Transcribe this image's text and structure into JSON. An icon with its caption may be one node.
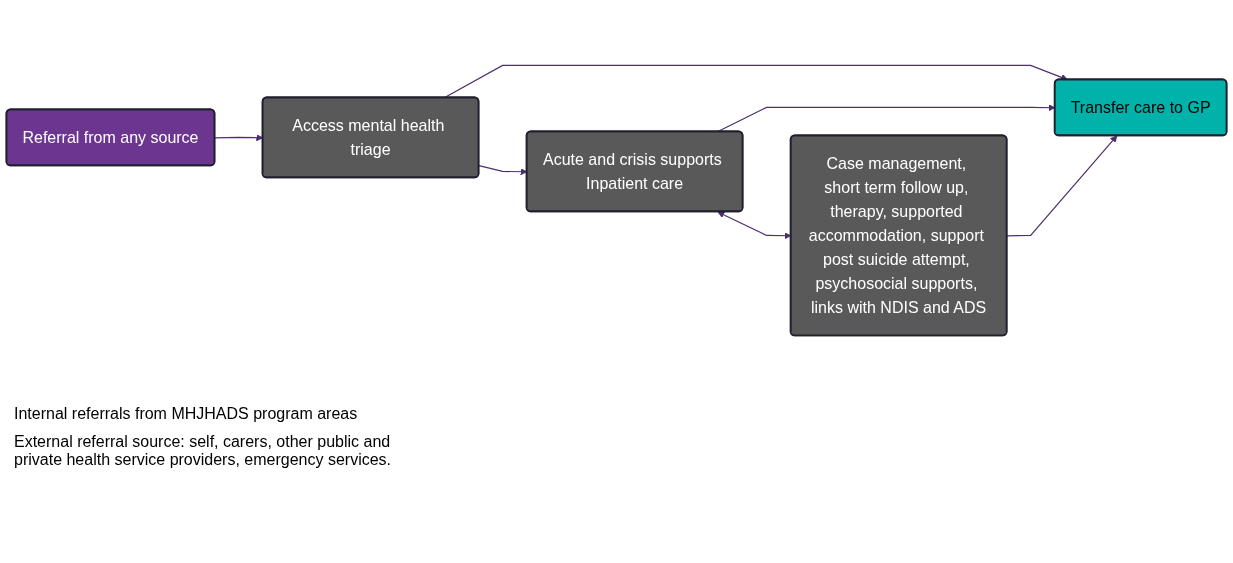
{
  "diagram": {
    "nodes": [
      {
        "text": [
          "Referral from any source"
        ]
      },
      {
        "text": [
          "Access mental health triage"
        ]
      },
      {
        "text": [
          "Acute and crisis supports Inpatient care"
        ]
      },
      {
        "text": [
          "Case management, short term follow up, therapy, supported accommodation, support post suicide attempt, psychosocial supports, links with NDIS and ADS"
        ]
      },
      {
        "text": [
          "Transfer care to GP"
        ]
      }
    ],
    "edges": [
      {
        "from": 0,
        "to": 1,
        "arrow": "to"
      },
      {
        "from": 1,
        "to": 2,
        "arrow": "to"
      },
      {
        "from": 1,
        "to": 4,
        "arrow": "to"
      },
      {
        "from": 2,
        "to": 3,
        "arrow": "both"
      },
      {
        "from": 2,
        "to": 4,
        "arrow": "to"
      },
      {
        "from": 3,
        "to": 4,
        "arrow": "to"
      }
    ],
    "labels": [
      "Internal referrals from MHJHADS program areas",
      "External referral source: self, carers, other public and private health service providers, emergency services."
    ]
  }
}
